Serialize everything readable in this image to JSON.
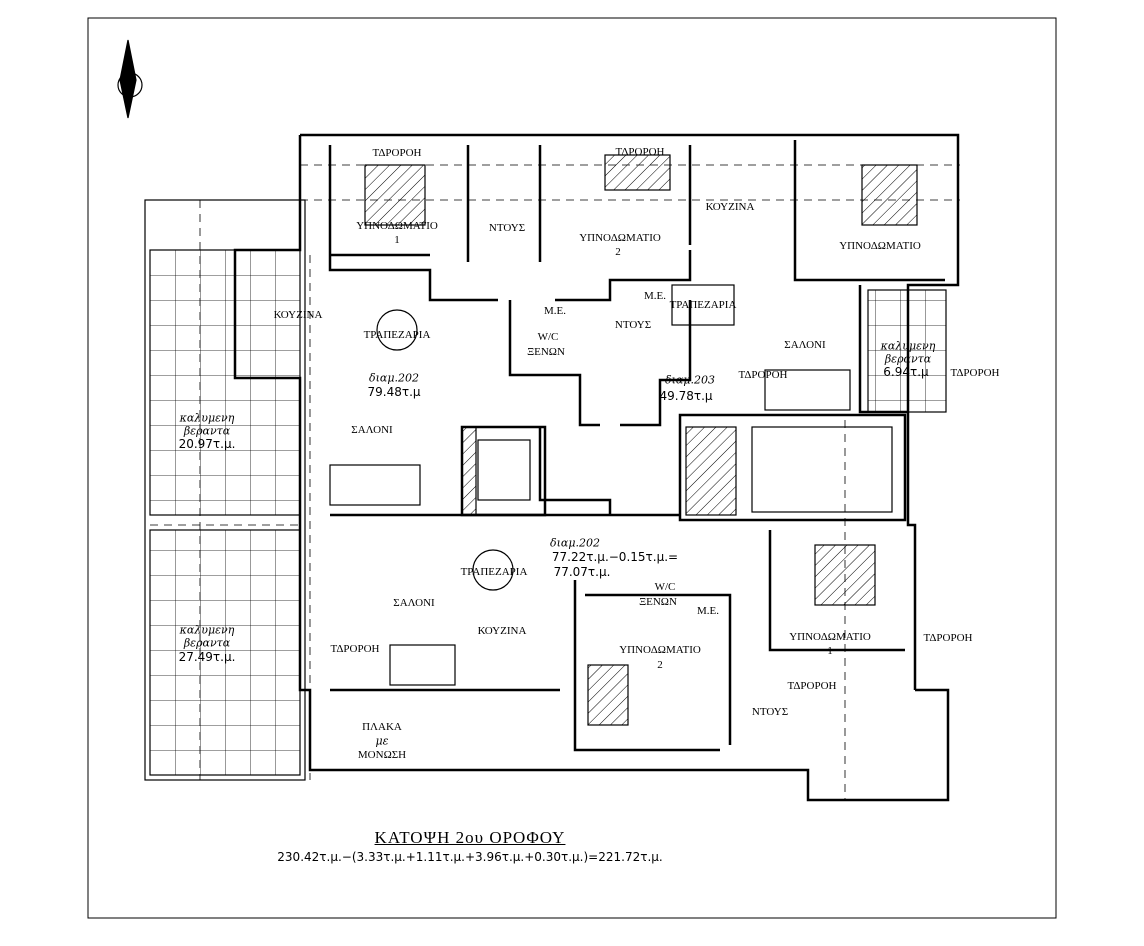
{
  "title": "ΚΑΤΟΨΗ 2ου ΟΡΟΦΟΥ",
  "area_formula": "230.42τ.μ.−(3.33τ.μ.+1.11τ.μ.+3.96τ.μ.+0.30τ.μ.)=221.72τ.μ.",
  "apartment_202": {
    "name": "διαμ.202",
    "area": "79.48τ.μ",
    "bedroom1": "ΥΠΝΟΔΩΜΑΤΙΟ",
    "bedroom1_num": "1",
    "bedroom2": "ΥΠΝΟΔΩΜΑΤΙΟ",
    "bedroom2_num": "2",
    "shower": "ΝΤΟΥΣ",
    "kitchen": "ΚΟΥΖΙΝΑ",
    "dining": "ΤΡΑΠΕΖΑΡΙΑ",
    "living": "ΣΑΛΟΝΙ",
    "me": "Μ.Ε.",
    "wc": "W/C",
    "guests": "ΞΕΝΩΝ",
    "veranda_l1": "καλυμενη",
    "veranda_l2": "βεραντα",
    "veranda_area": "20.97τ.μ.",
    "downpipe1": "ΤΔΡΟΡΟΗ",
    "downpipe2": "ΤΔΡΟΡΟΗ"
  },
  "apartment_203": {
    "name": "διαμ.203",
    "area": "49.78τ.μ",
    "kitchen": "ΚΟΥΖΙΝΑ",
    "bedroom": "ΥΠΝΟΔΩΜΑΤΙΟ",
    "dining": "ΤΡΑΠΕΖΑΡΙΑ",
    "living": "ΣΑΛΟΝΙ",
    "me": "Μ.Ε.",
    "shower": "ΝΤΟΥΣ",
    "veranda_l1": "καλυμενη",
    "veranda_l2": "βεραντα",
    "veranda_area": "6.94τ.μ",
    "downpipe1": "ΤΔΡΟΡΟΗ",
    "downpipe2": "ΤΔΡΟΡΟΗ"
  },
  "apartment_bottom": {
    "name": "διαμ.202",
    "area_calc": "77.22τ.μ.−0.15τ.μ.=",
    "area": "77.07τ.μ.",
    "dining": "ΤΡΑΠΕΖΑΡΙΑ",
    "living": "ΣΑΛΟΝΙ",
    "kitchen": "ΚΟΥΖΙΝΑ",
    "wc": "W/C",
    "guests": "ΞΕΝΩΝ",
    "me": "Μ.Ε.",
    "bedroom2": "ΥΠΝΟΔΩΜΑΤΙΟ",
    "bedroom2_num": "2",
    "bedroom1": "ΥΠΝΟΔΩΜΑΤΙΟ",
    "bedroom1_num": "1",
    "shower": "ΝΤΟΥΣ",
    "veranda_l1": "καλυμενη",
    "veranda_l2": "βεραντα",
    "veranda_area": "27.49τ.μ.",
    "slab_l1": "ΠΛΑΚΑ",
    "slab_l2": "με",
    "slab_l3": "ΜΟΝΩΣΗ",
    "downpipe1": "ΤΔΡΟΡΟΗ",
    "downpipe2": "ΤΔΡΟΡΟΗ",
    "downpipe3": "ΤΔΡΟΡΟΗ"
  }
}
